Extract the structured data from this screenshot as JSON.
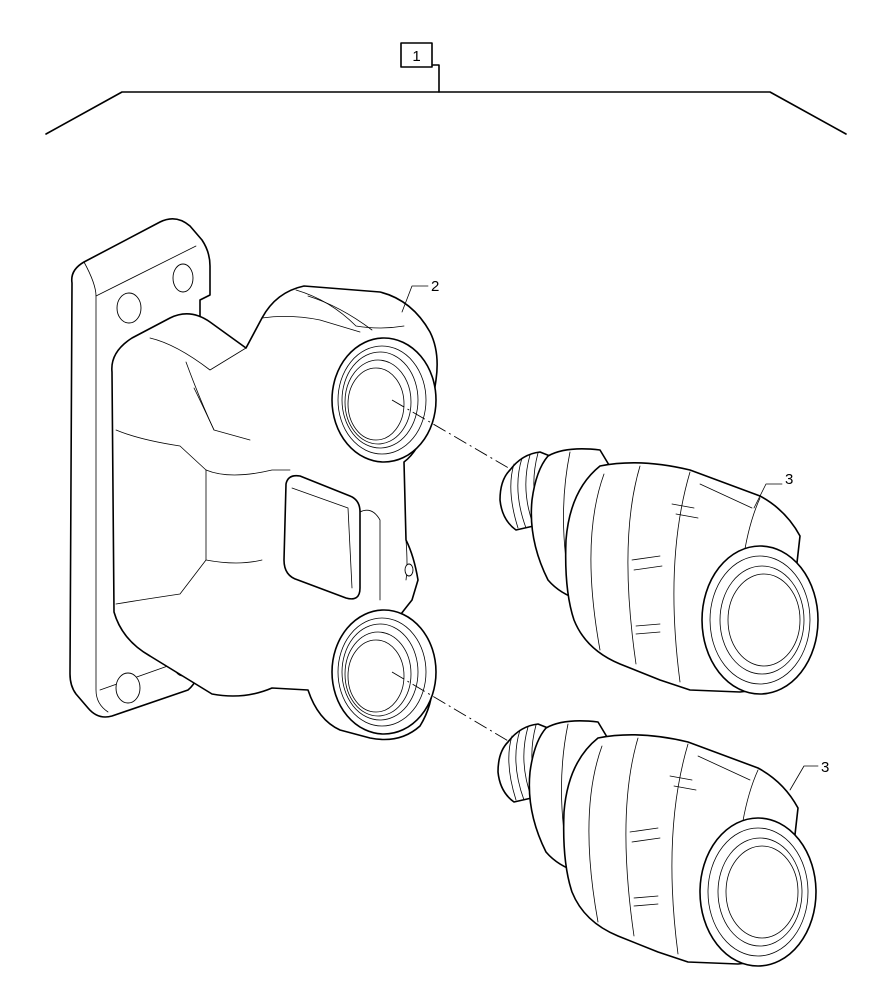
{
  "callouts": {
    "assembly": "1",
    "block": "2",
    "coupler_upper": "3",
    "coupler_lower": "3"
  }
}
